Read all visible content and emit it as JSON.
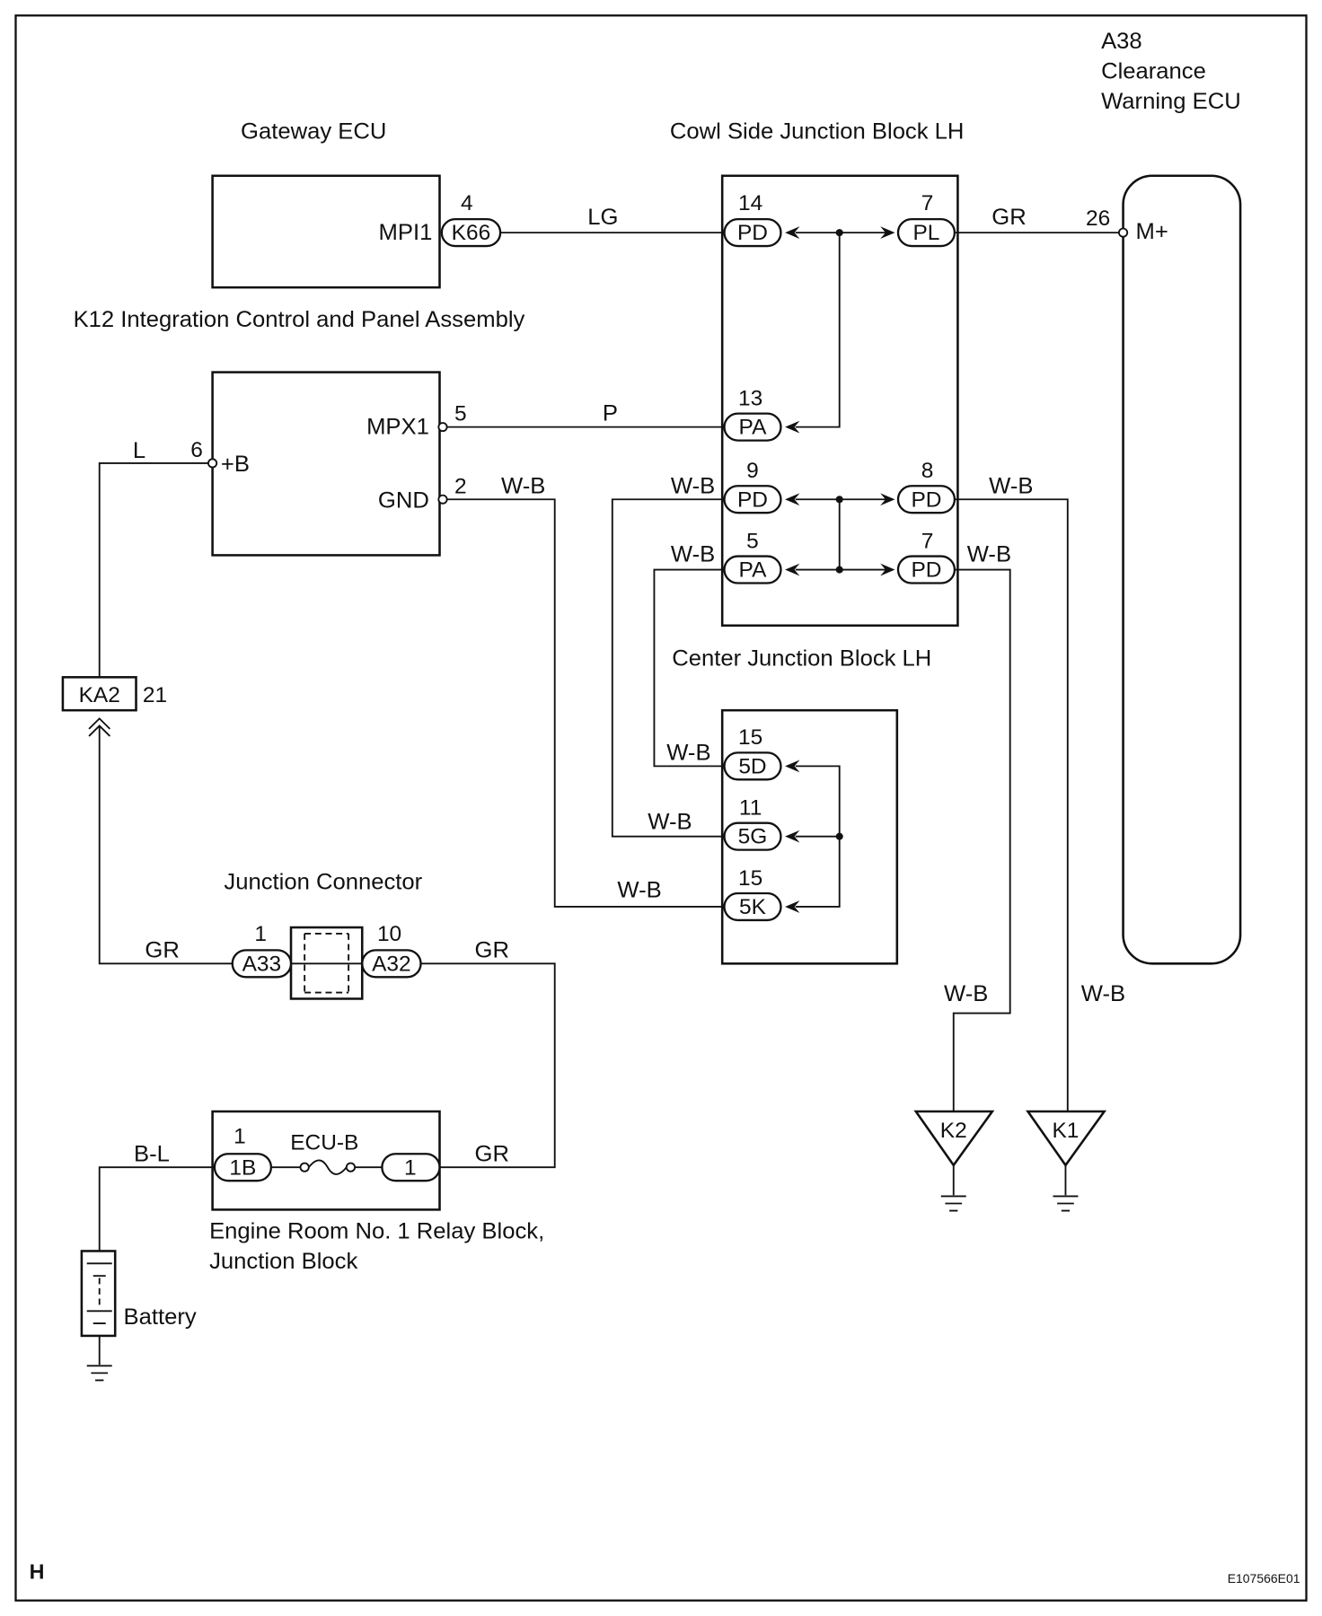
{
  "clearance_warning_ecu": {
    "code": "A38",
    "name_line1": "Clearance",
    "name_line2": "Warning ECU",
    "pin_number": "26",
    "pin_name": "M+"
  },
  "gateway_ecu": {
    "name": "Gateway ECU",
    "pin_name": "MPI1",
    "pin_number": "4",
    "connector": "K66"
  },
  "integration_panel": {
    "name": "K12 Integration Control and Panel Assembly",
    "pins": [
      {
        "name": "MPX1",
        "number": "5"
      },
      {
        "name": "GND",
        "number": "2"
      },
      {
        "name": "+B",
        "number": "6"
      }
    ]
  },
  "cowl_side_junction_block": {
    "name": "Cowl Side Junction Block LH",
    "terminals": [
      {
        "connector": "PD",
        "number": "14"
      },
      {
        "connector": "PL",
        "number": "7"
      },
      {
        "connector": "PA",
        "number": "13"
      },
      {
        "connector": "PD",
        "number": "9"
      },
      {
        "connector": "PD",
        "number": "8"
      },
      {
        "connector": "PA",
        "number": "5"
      },
      {
        "connector": "PD",
        "number": "7"
      }
    ]
  },
  "center_junction_block": {
    "name": "Center Junction Block LH",
    "terminals": [
      {
        "connector": "5D",
        "number": "15"
      },
      {
        "connector": "5G",
        "number": "11"
      },
      {
        "connector": "5K",
        "number": "15"
      }
    ]
  },
  "in_line_connector": {
    "connector": "KA2",
    "number": "21"
  },
  "junction_connector": {
    "name": "Junction Connector",
    "terminals": [
      {
        "connector": "A33",
        "number": "1"
      },
      {
        "connector": "A32",
        "number": "10"
      }
    ]
  },
  "relay_block": {
    "name_line1": "Engine Room No. 1 Relay Block,",
    "name_line2": "Junction Block",
    "fuse": "ECU-B",
    "terminals": [
      {
        "connector": "1B",
        "number": "1"
      },
      {
        "connector": "1"
      }
    ]
  },
  "battery": {
    "label": "Battery"
  },
  "grounds": [
    {
      "label": "K2"
    },
    {
      "label": "K1"
    }
  ],
  "wire_colors": [
    "LG",
    "GR",
    "P",
    "L",
    "W-B",
    "W-B",
    "W-B",
    "W-B",
    "W-B",
    "W-B",
    "W-B",
    "W-B",
    "W-B",
    "W-B",
    "GR",
    "GR",
    "GR",
    "B-L"
  ],
  "title_block": {
    "sheet": "H",
    "figure_id": "E107566E01"
  }
}
